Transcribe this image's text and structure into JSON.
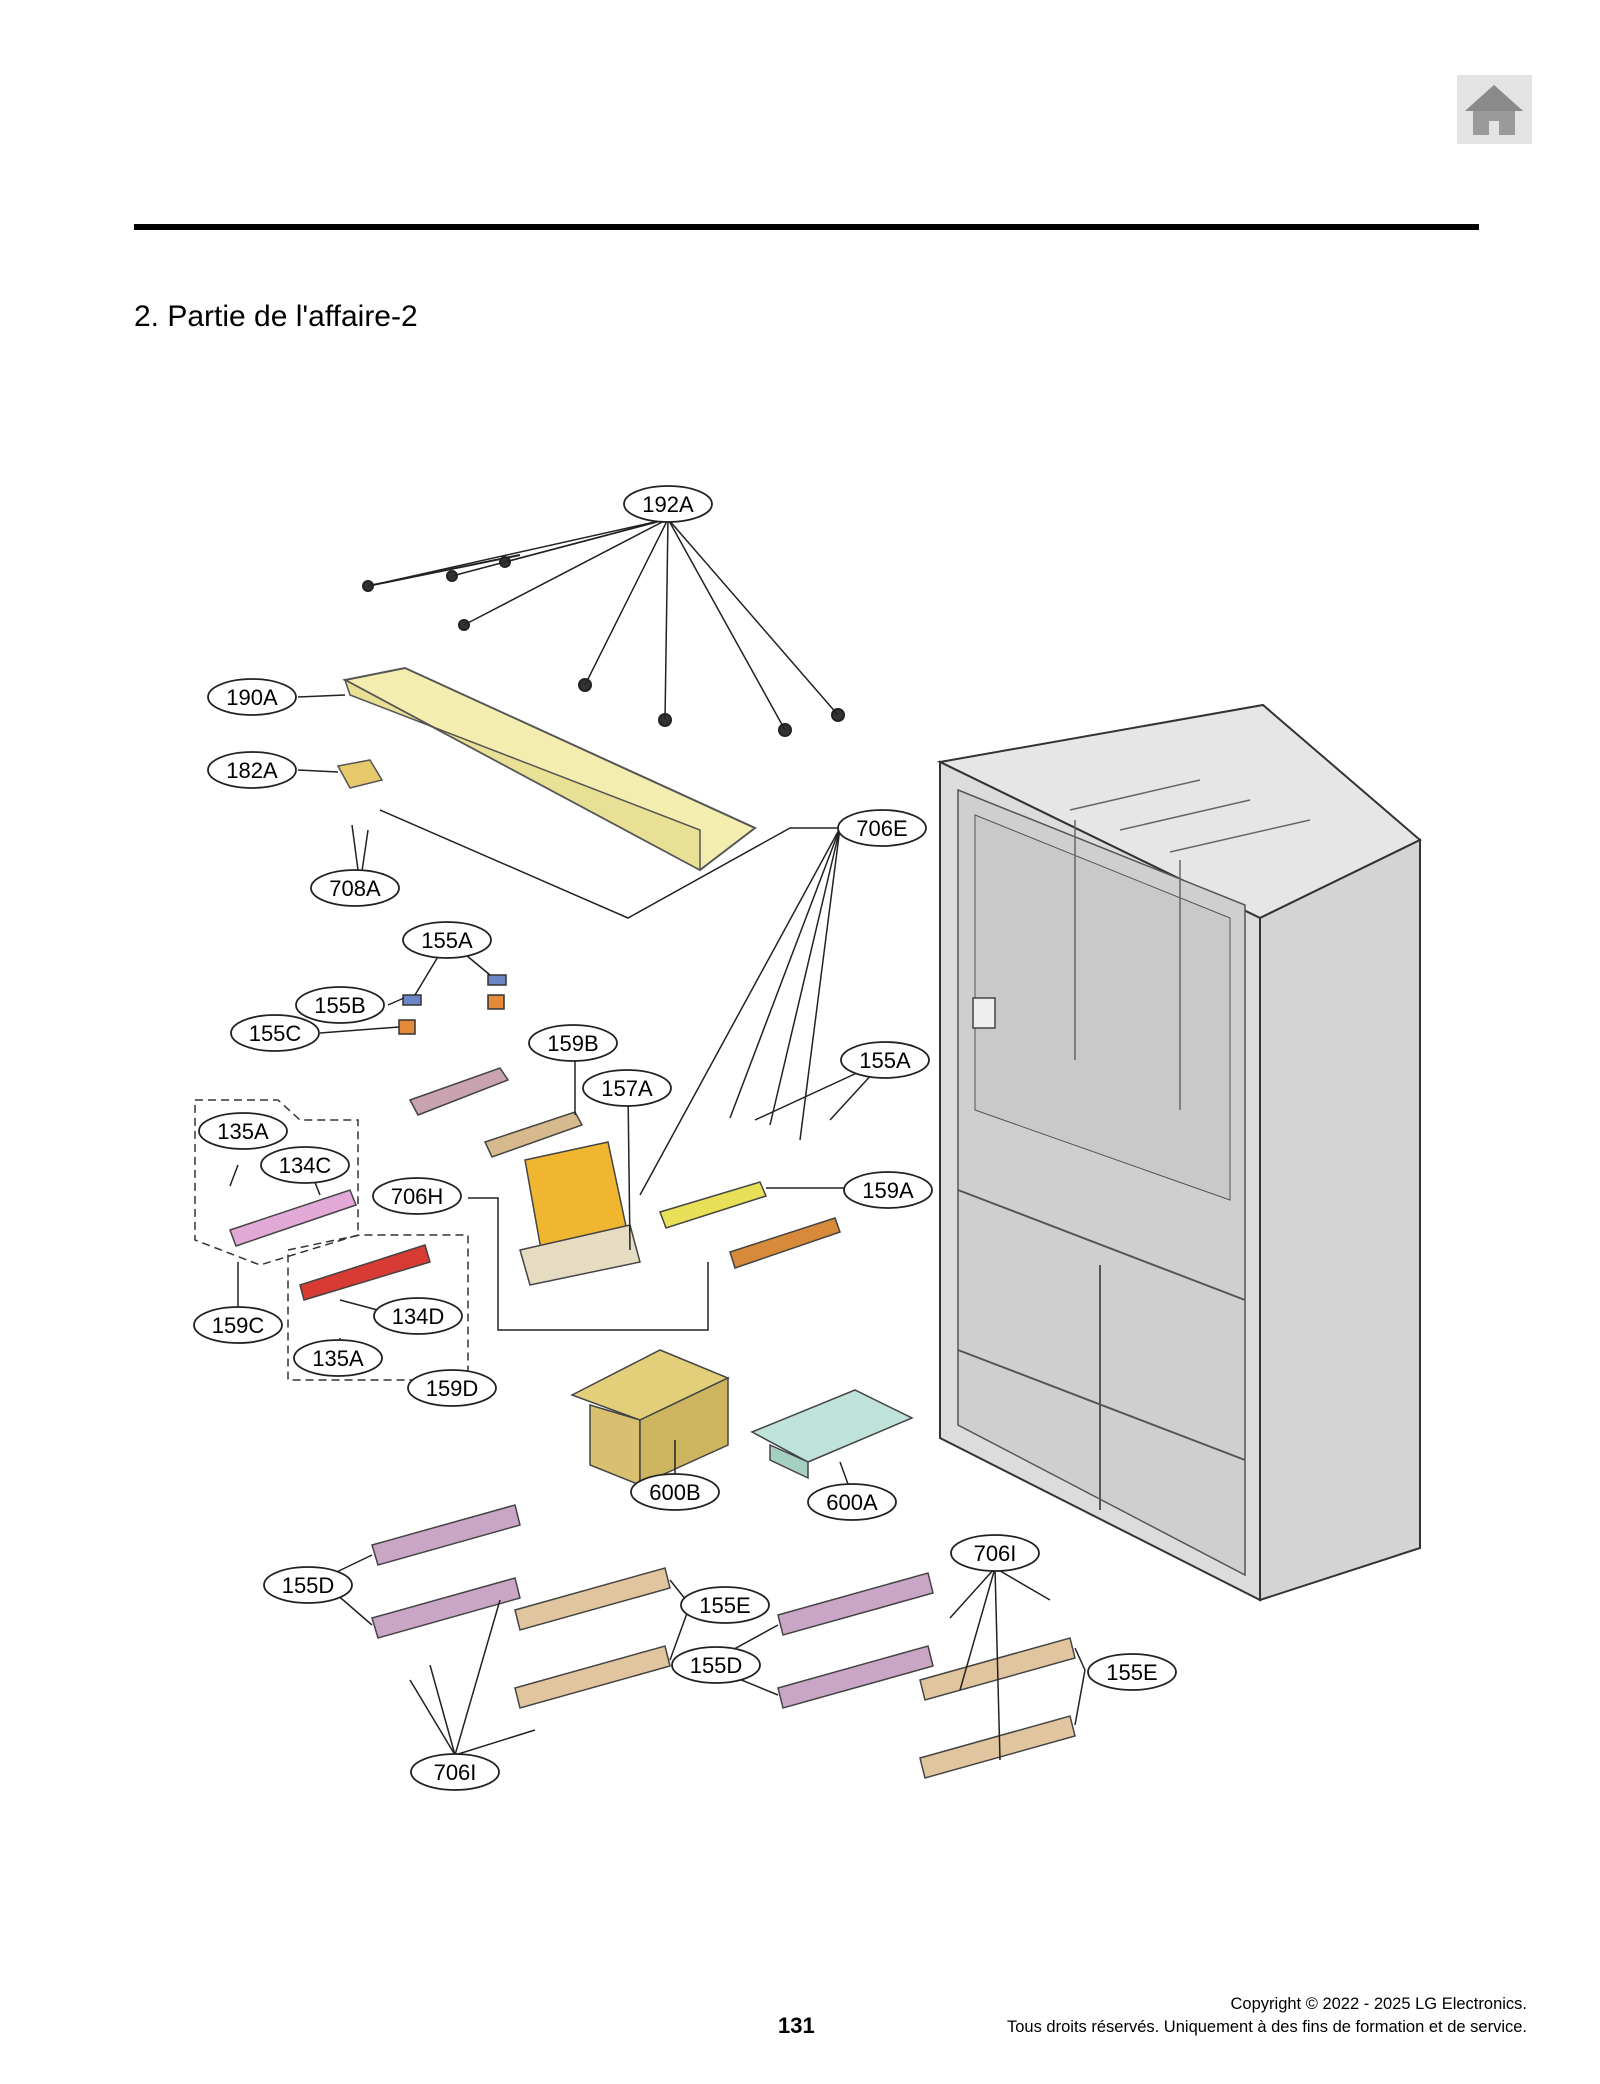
{
  "header": {
    "home_icon": "home-icon",
    "section_title": "2. Partie de l'affaire-2"
  },
  "diagram": {
    "callouts": [
      {
        "id": "192A",
        "label": "192A"
      },
      {
        "id": "190A",
        "label": "190A"
      },
      {
        "id": "182A",
        "label": "182A"
      },
      {
        "id": "708A",
        "label": "708A"
      },
      {
        "id": "706E",
        "label": "706E"
      },
      {
        "id": "155A-1",
        "label": "155A"
      },
      {
        "id": "155B",
        "label": "155B"
      },
      {
        "id": "155C",
        "label": "155C"
      },
      {
        "id": "159B",
        "label": "159B"
      },
      {
        "id": "157A",
        "label": "157A"
      },
      {
        "id": "155A-2",
        "label": "155A"
      },
      {
        "id": "135A-1",
        "label": "135A"
      },
      {
        "id": "134C",
        "label": "134C"
      },
      {
        "id": "706H",
        "label": "706H"
      },
      {
        "id": "159A",
        "label": "159A"
      },
      {
        "id": "159C",
        "label": "159C"
      },
      {
        "id": "134D",
        "label": "134D"
      },
      {
        "id": "135A-2",
        "label": "135A"
      },
      {
        "id": "159D",
        "label": "159D"
      },
      {
        "id": "600B",
        "label": "600B"
      },
      {
        "id": "600A",
        "label": "600A"
      },
      {
        "id": "706I-1",
        "label": "706I"
      },
      {
        "id": "155D-1",
        "label": "155D"
      },
      {
        "id": "155E-1",
        "label": "155E"
      },
      {
        "id": "155D-2",
        "label": "155D"
      },
      {
        "id": "155E-2",
        "label": "155E"
      },
      {
        "id": "706I-2",
        "label": "706I"
      }
    ]
  },
  "footer": {
    "page_number": "131",
    "copyright_line1": "Copyright © 2022 - 2025 LG Electronics.",
    "copyright_line2": "Tous droits réservés. Uniquement à des fins de formation et de service."
  }
}
